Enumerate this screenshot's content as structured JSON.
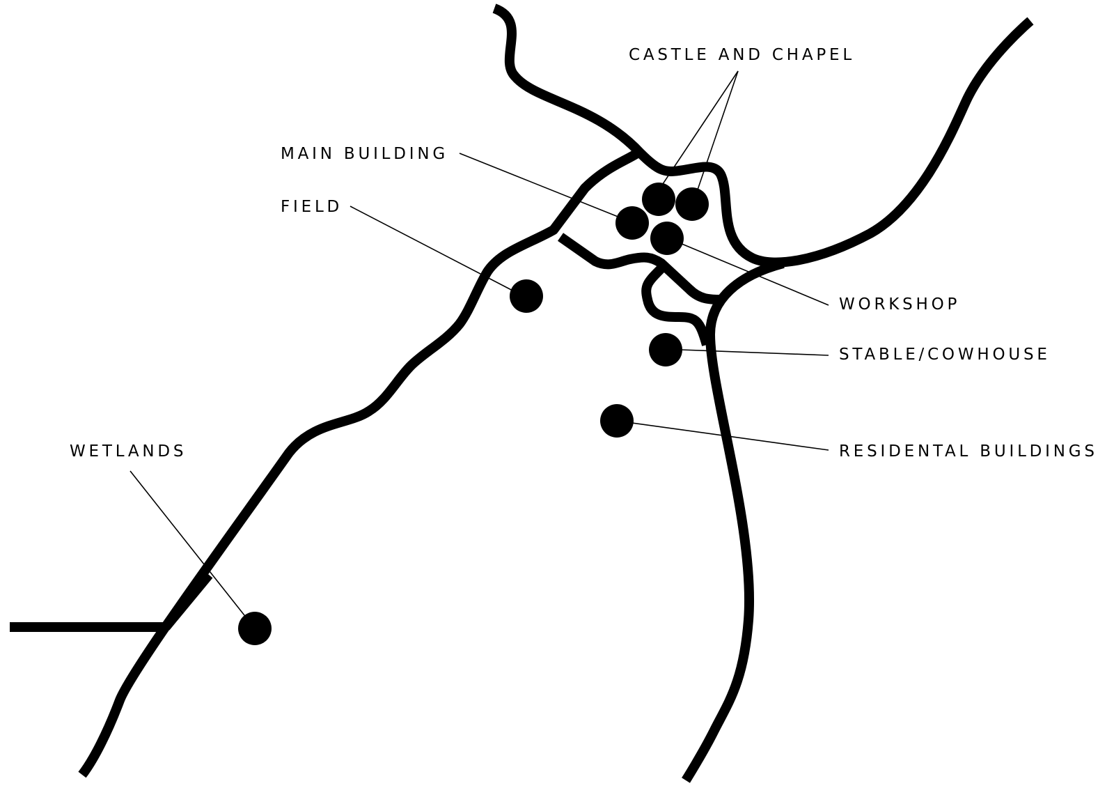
{
  "map": {
    "line_color": "#000000",
    "background_color": "#ffffff",
    "labels": {
      "castle_and_chapel": "CASTLE AND CHAPEL",
      "main_building": "MAIN BUILDING",
      "field": "FIELD",
      "workshop": "WORKSHOP",
      "stable_cowhouse": "STABLE/COWHOUSE",
      "residental_buildings": "RESIDENTAL BUILDINGS",
      "wetlands": "WETLANDS"
    }
  }
}
